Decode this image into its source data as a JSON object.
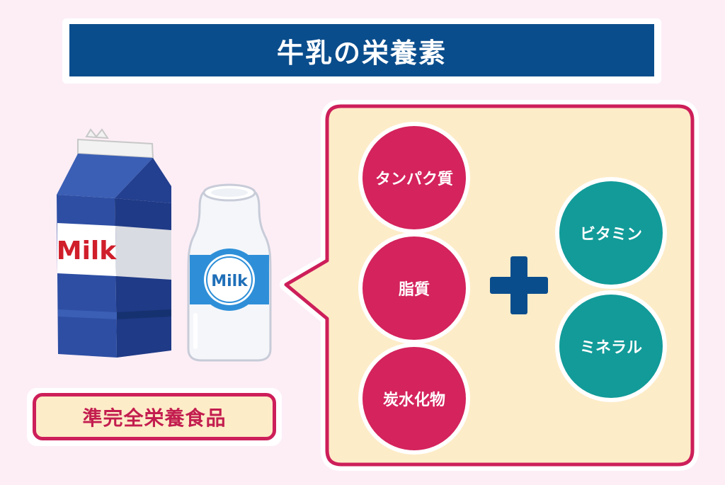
{
  "title": "牛乳の栄養素",
  "illustration": {
    "carton_label": "Milk",
    "bottle_label": "Milk"
  },
  "caption": "準完全栄養食品",
  "macronutrients": [
    "タンパク質",
    "脂質",
    "炭水化物"
  ],
  "micronutrients": [
    "ビタミン",
    "ミネラル"
  ],
  "colors": {
    "title_bg": "#0a4d8c",
    "macro_circle": "#d4235d",
    "micro_circle": "#129b99",
    "bubble_fill": "#fdecc8",
    "bubble_border": "#cd1f5a",
    "plus": "#0a4d8c",
    "carton_blue": "#2d4ea3"
  },
  "icons": [
    "milk-carton-icon",
    "milk-bottle-icon",
    "plus-icon"
  ]
}
